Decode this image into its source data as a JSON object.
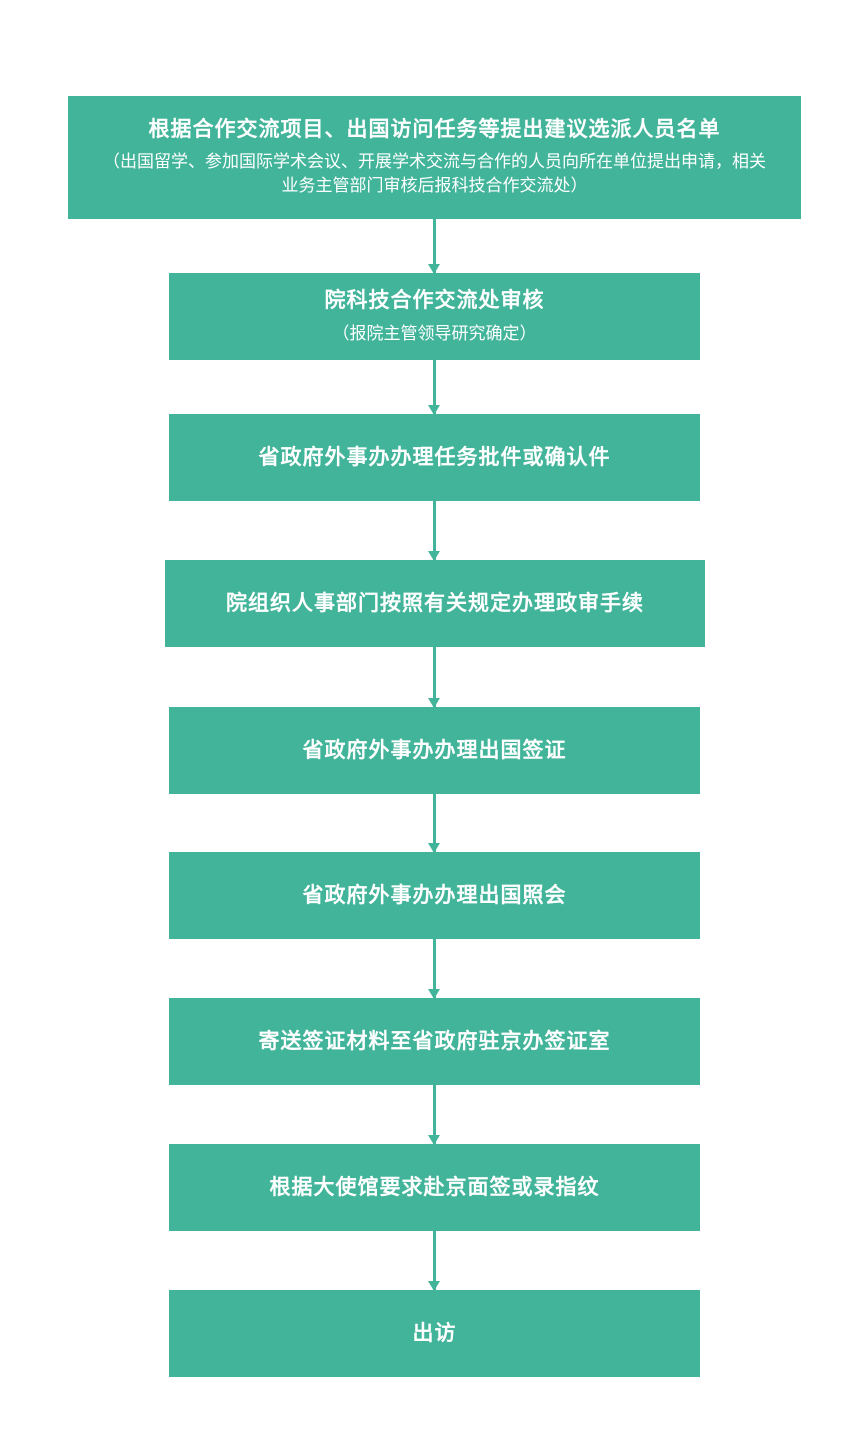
{
  "flowchart": {
    "color": "#41B49A",
    "steps": [
      {
        "title": "根据合作交流项目、出国访问任务等提出建议选派人员名单",
        "note": "（出国留学、参加国际学术会议、开展学术交流与合作的人员向所在单位提出申请，相关业务主管部门审核后报科技合作交流处）"
      },
      {
        "title": "院科技合作交流处审核",
        "note": "（报院主管领导研究确定）"
      },
      {
        "title": "省政府外事办办理任务批件或确认件"
      },
      {
        "title": "院组织人事部门按照有关规定办理政审手续"
      },
      {
        "title": "省政府外事办办理出国签证"
      },
      {
        "title": "省政府外事办办理出国照会"
      },
      {
        "title": "寄送签证材料至省政府驻京办签证室"
      },
      {
        "title": "根据大使馆要求赴京面签或录指纹"
      },
      {
        "title": "出访"
      }
    ]
  }
}
